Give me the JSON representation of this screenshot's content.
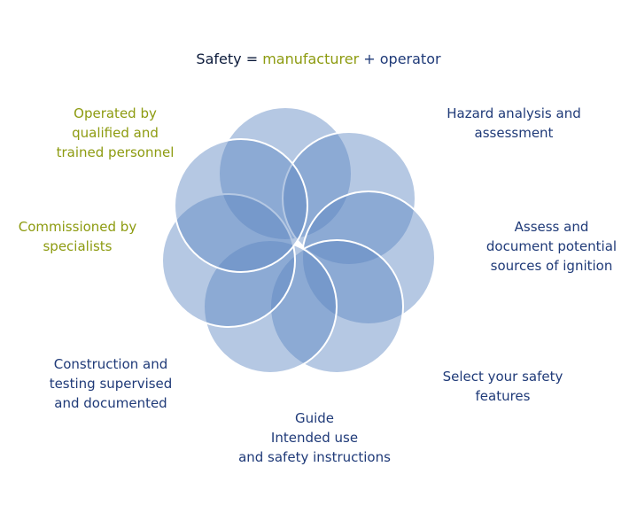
{
  "title": {
    "prefix": "Safety =",
    "manufacturer": "manufacturer",
    "plus": "+",
    "operator": "operator"
  },
  "labels": {
    "operated": "Operated by\nqualified and\ntrained personnel",
    "hazard": "Hazard analysis and\nassessment",
    "assess": "Assess and\ndocument potential\nsources of ignition",
    "commissioned": "Commissioned by\nspecialists",
    "select": "Select your safety\nfeatures",
    "construction": "Construction and\ntesting supervised\nand documented",
    "guide": "Guide\nIntended use\nand safety instructions"
  },
  "colors": {
    "manufacturer": "#8d9b10",
    "operator": "#1f3a78",
    "petal_fill": "#5b85c1",
    "petal_stroke": "#ffffff"
  }
}
